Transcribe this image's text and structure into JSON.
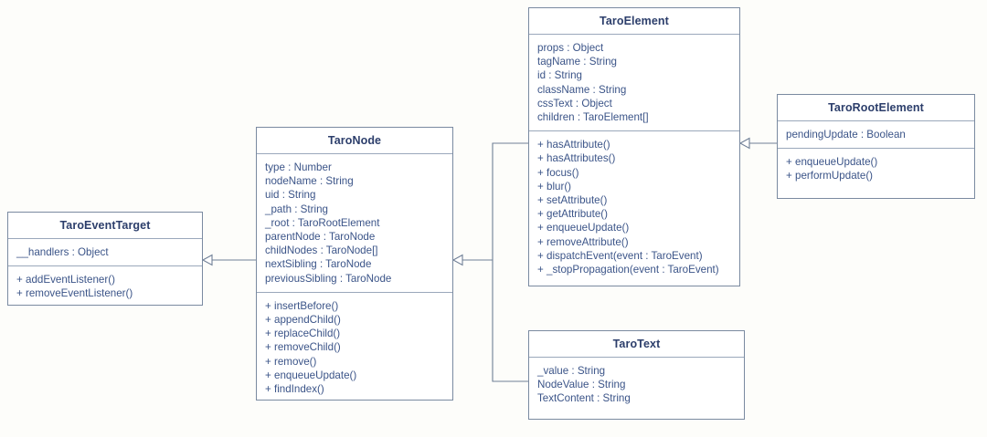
{
  "diagram": {
    "kind": "uml-class-diagram",
    "background_color": "#fdfdfa",
    "box_border_color": "#7a8aa0",
    "title_color": "#2c3e6b",
    "member_color": "#3b5488",
    "connector_color": "#6f7f96",
    "relationship_type": "generalization"
  },
  "classes": {
    "taro_event_target": {
      "name": "TaroEventTarget",
      "attributes": [
        "__handlers : Object"
      ],
      "operations": [
        "+ addEventListener()",
        "+ removeEventListener()"
      ]
    },
    "taro_node": {
      "name": "TaroNode",
      "attributes": [
        "type : Number",
        "nodeName : String",
        "uid : String",
        "_path : String",
        "_root : TaroRootElement",
        "parentNode : TaroNode",
        "childNodes : TaroNode[]",
        "nextSibling : TaroNode",
        "previousSibling : TaroNode"
      ],
      "operations": [
        "+ insertBefore()",
        "+ appendChild()",
        "+ replaceChild()",
        "+ removeChild()",
        "+ remove()",
        "+ enqueueUpdate()",
        "+ findIndex()"
      ]
    },
    "taro_element": {
      "name": "TaroElement",
      "attributes": [
        "props : Object",
        "tagName : String",
        "id : String",
        "className : String",
        "cssText : Object",
        "children : TaroElement[]"
      ],
      "operations": [
        "+ hasAttribute()",
        "+ hasAttributes()",
        "+ focus()",
        "+ blur()",
        "+ setAttribute()",
        "+ getAttribute()",
        "+ enqueueUpdate()",
        "+ removeAttribute()",
        "+ dispatchEvent(event : TaroEvent)",
        "+ _stopPropagation(event : TaroEvent)"
      ]
    },
    "taro_root_element": {
      "name": "TaroRootElement",
      "attributes": [
        "pendingUpdate : Boolean"
      ],
      "operations": [
        "+ enqueueUpdate()",
        "+ performUpdate()"
      ]
    },
    "taro_text": {
      "name": "TaroText",
      "attributes": [
        "_value : String",
        "NodeValue : String",
        "TextContent : String"
      ],
      "operations": []
    }
  },
  "relationships": [
    {
      "from": "TaroNode",
      "to": "TaroEventTarget",
      "type": "generalization"
    },
    {
      "from": "TaroElement",
      "to": "TaroNode",
      "type": "generalization"
    },
    {
      "from": "TaroText",
      "to": "TaroNode",
      "type": "generalization"
    },
    {
      "from": "TaroRootElement",
      "to": "TaroElement",
      "type": "generalization"
    }
  ]
}
